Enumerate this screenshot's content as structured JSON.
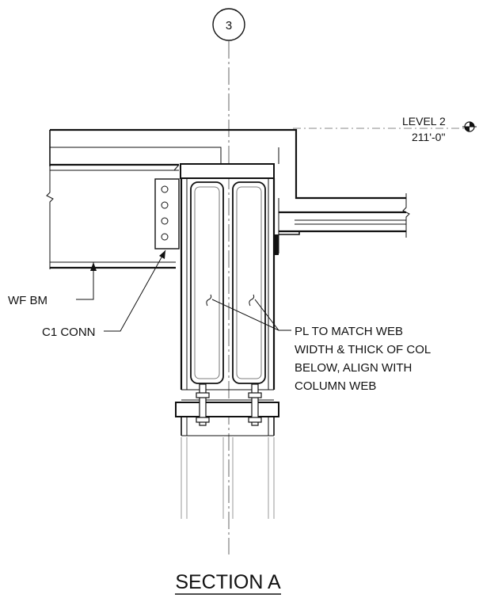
{
  "grid_bubble": {
    "label": "3"
  },
  "level_marker": {
    "name": "LEVEL 2",
    "elevation": "211'-0\""
  },
  "callouts": {
    "wf_beam": "WF BM",
    "connection": "C1 CONN",
    "plate_note": [
      "PL TO MATCH WEB",
      "WIDTH & THICK OF COL",
      "BELOW, ALIGN WITH",
      "COLUMN WEB"
    ]
  },
  "section_title": "SECTION A"
}
